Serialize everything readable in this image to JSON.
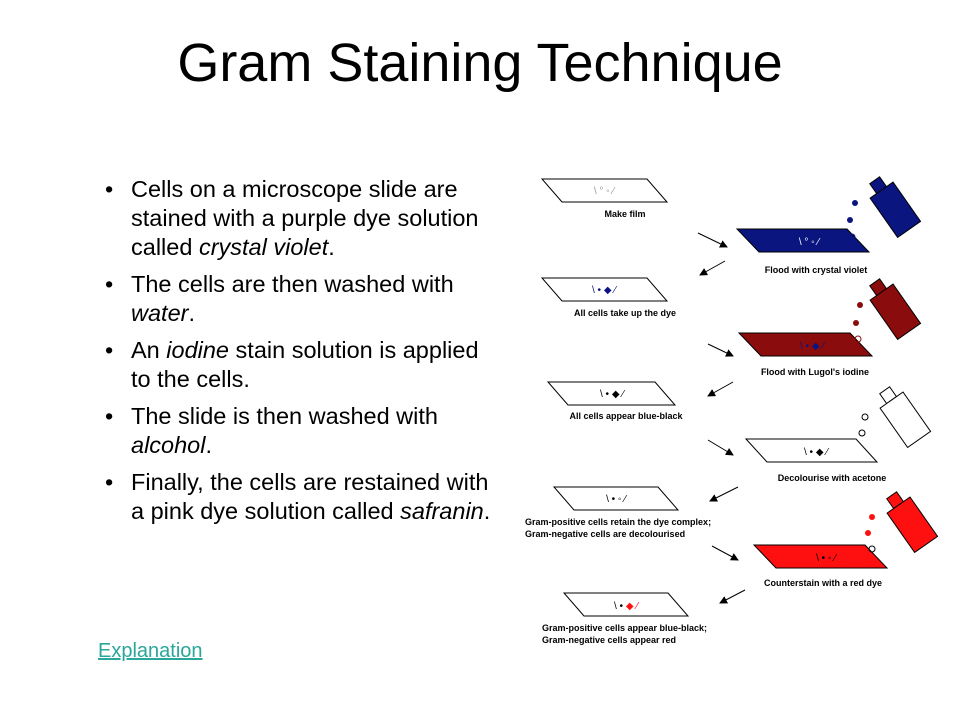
{
  "slide": {
    "title": "Gram Staining Technique",
    "bullets": [
      [
        {
          "t": "Cells on a microscope slide are stained with a purple dye solution called "
        },
        {
          "t": "crystal violet",
          "i": true
        },
        {
          "t": "."
        }
      ],
      [
        {
          "t": "The cells are then washed with "
        },
        {
          "t": "water",
          "i": true
        },
        {
          "t": "."
        }
      ],
      [
        {
          "t": "An "
        },
        {
          "t": "iodine",
          "i": true
        },
        {
          "t": " stain solution is applied to the cells."
        }
      ],
      [
        {
          "t": "The slide is then washed with "
        },
        {
          "t": "alcohol",
          "i": true
        },
        {
          "t": "."
        }
      ],
      [
        {
          "t": "Finally, the cells are restained with a pink dye solution called "
        },
        {
          "t": "safranin",
          "i": true
        },
        {
          "t": "."
        }
      ]
    ],
    "link_label": "Explanation"
  },
  "diagram": {
    "captions": {
      "make_film": "Make film",
      "flood_crystal_violet": "Flood with crystal violet",
      "all_take_up": "All cells take up the dye",
      "flood_lugol": "Flood with Lugol's iodine",
      "all_blue_black": "All cells appear blue-black",
      "decolourise": "Decolourise with acetone",
      "gram_retain_1": "Gram-positive cells retain the dye complex;",
      "gram_retain_2": "Gram-negative cells are decolourised",
      "counterstain": "Counterstain with a red dye",
      "final_1": "Gram-positive cells appear blue-black;",
      "final_2": "Gram-negative cells appear red"
    },
    "colors": {
      "crystal_violet": "#0a1580",
      "lugol_iodine": "#8b0c0c",
      "acetone": "#ffffff",
      "red_dye": "#ff1010",
      "outline": "#000000"
    }
  }
}
